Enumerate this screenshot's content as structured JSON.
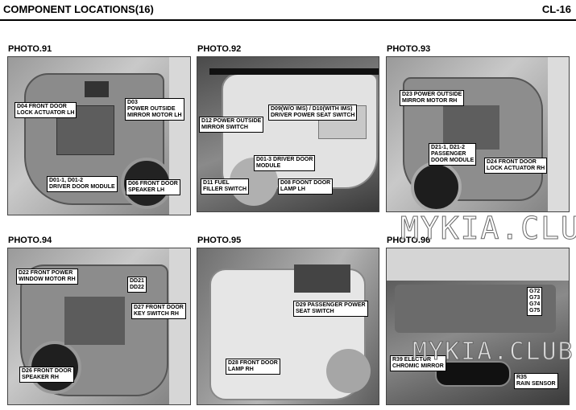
{
  "header": {
    "title": "COMPONENT LOCATIONS(16)",
    "page_code": "CL-16"
  },
  "photos": [
    {
      "label": "PHOTO.91",
      "callouts": [
        "D04 FRONT DOOR\nLOCK ACTUATOR LH",
        "D03\nPOWER OUTSIDE\nMIRROR MOTOR LH",
        "D01-1, D01-2\nDRIVER DOOR MODULE",
        "D06 FRONT DOOR\nSPEAKER LH"
      ]
    },
    {
      "label": "PHOTO.92",
      "callouts": [
        "D12 POWER OUTSIDE\nMIRROR SWITCH",
        "D09(W/O IMS) / D10(WITH IMS)\nDRIVER POWER SEAT SWITCH",
        "D01-3 DRIVER DOOR\nMODULE",
        "D11 FUEL\nFILLER SWITCH",
        "D08 FOONT DOOR\nLAMP LH"
      ]
    },
    {
      "label": "PHOTO.93",
      "callouts": [
        "D23 POWER OUTSIDE\nMIRROR MOTOR RH",
        "D21-1, D21-2\nPASSENGER\nDOOR MODULE",
        "D24 FRONT DOOR\nLOCK ACTUATOR RH"
      ]
    },
    {
      "label": "PHOTO.94",
      "callouts": [
        "D22 FRONT POWER\nWINDOW MOTOR RH",
        "DD21\nDD22",
        "D27 FRONT DOOR\nKEY SWITCH RH",
        "D26 FRONT DOOR\nSPEAKER RH"
      ]
    },
    {
      "label": "PHOTO.95",
      "callouts": [
        "D29 PASSENGER POWER\nSEAT SWITCH",
        "D28 FRONT DOOR\nLAMP RH"
      ]
    },
    {
      "label": "PHOTO.96",
      "callouts": [
        "G72\nG73\nG74\nG75",
        "R39 ELECTOR\nCHROMIC MIRROR",
        "R35\nRAIN SENSOR"
      ]
    }
  ],
  "watermarks": [
    "MYKIA.CLUB",
    "MYKIA.CLUB"
  ]
}
